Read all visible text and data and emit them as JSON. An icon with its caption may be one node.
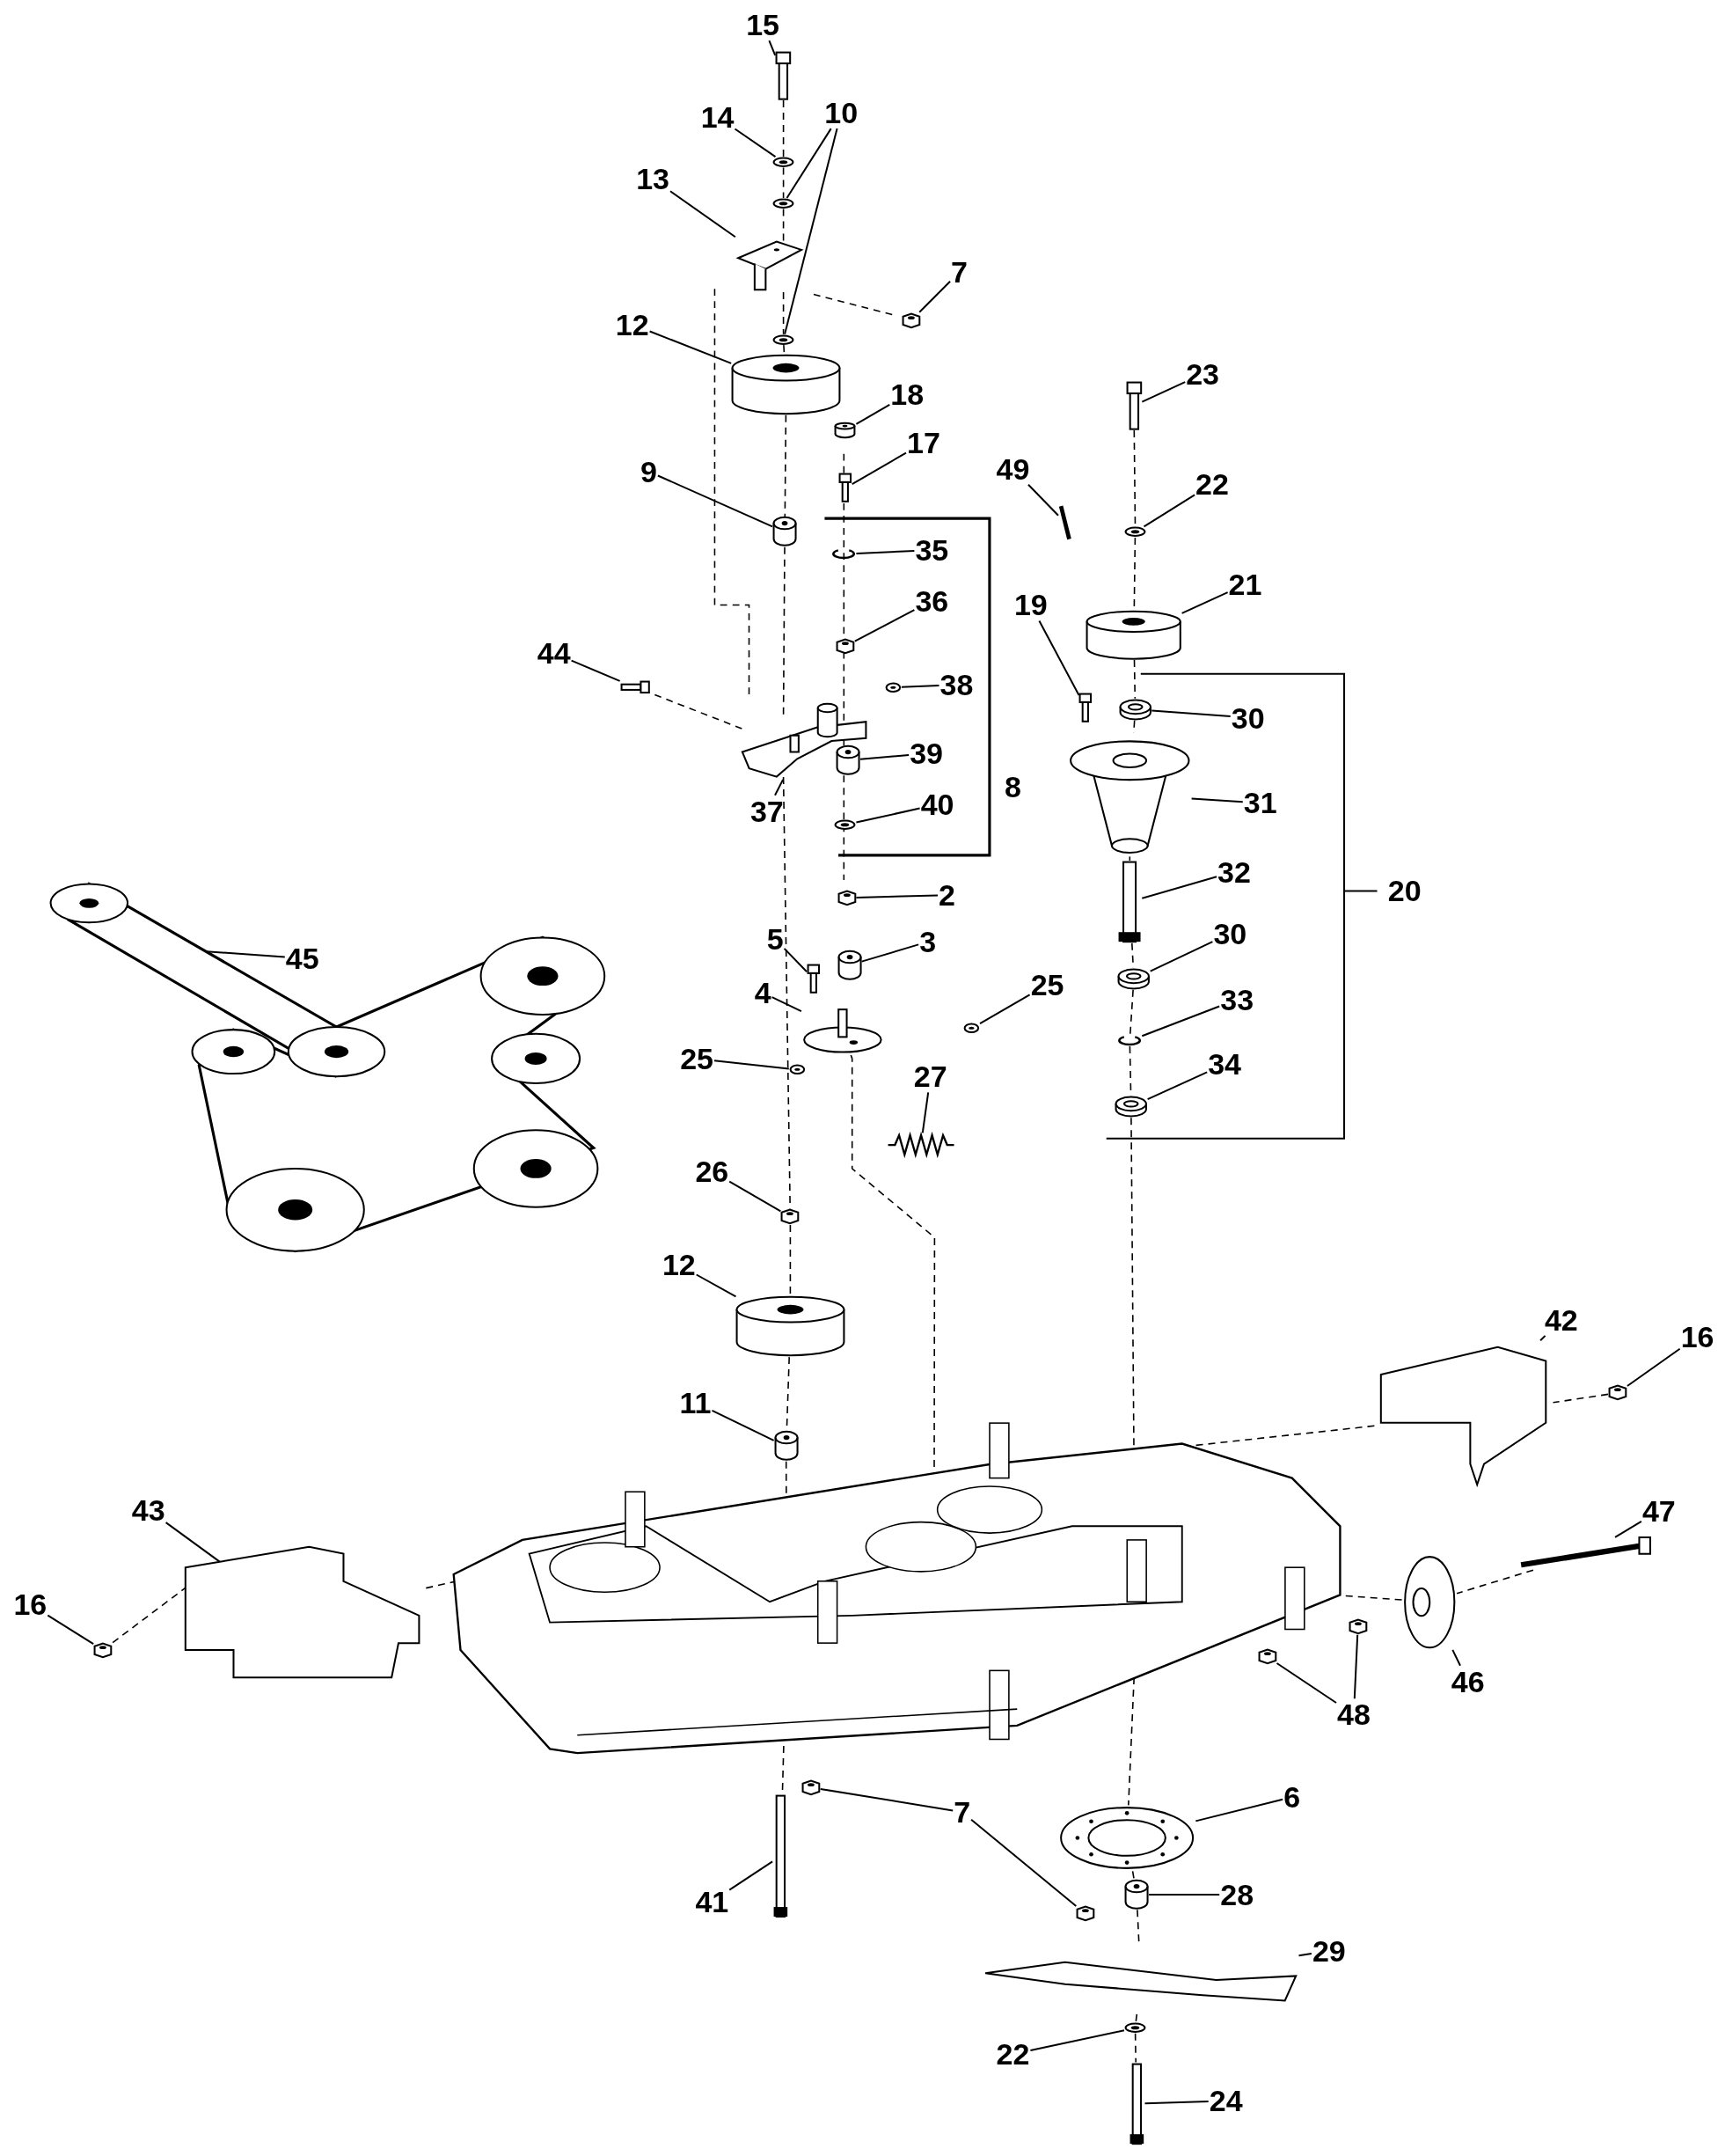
{
  "diagram": {
    "nodes": [
      {
        "text": [
          "15"
        ]
      },
      {
        "text": [],
        "shape": "picture"
      },
      {
        "text": [
          "14"
        ]
      },
      {
        "text": [],
        "shape": "picture"
      },
      {
        "text": [
          "10"
        ]
      },
      {
        "text": [],
        "shape": "picture"
      },
      {
        "text": [],
        "shape": "picture"
      },
      {
        "text": [
          "13"
        ]
      },
      {
        "text": [],
        "shape": "picture"
      },
      {
        "text": [
          "7"
        ]
      },
      {
        "text": [],
        "shape": "picture"
      },
      {
        "text": [
          "12"
        ]
      },
      {
        "text": [],
        "shape": "cylinder"
      },
      {
        "text": [
          "18"
        ]
      },
      {
        "text": [],
        "shape": "cylinder"
      },
      {
        "text": [
          "17"
        ]
      },
      {
        "text": [],
        "shape": "picture"
      },
      {
        "text": [
          "9"
        ]
      },
      {
        "text": [],
        "shape": "cylinder"
      },
      {
        "text": [
          "49"
        ]
      },
      {
        "text": [],
        "shape": "picture"
      },
      {
        "text": [
          "23"
        ]
      },
      {
        "text": [],
        "shape": "picture"
      },
      {
        "text": [
          "22"
        ]
      },
      {
        "text": [],
        "shape": "picture"
      },
      {
        "text": [
          "35"
        ]
      },
      {
        "text": [],
        "shape": "picture"
      },
      {
        "text": [
          "36"
        ]
      },
      {
        "text": [],
        "shape": "picture"
      },
      {
        "text": [
          "19"
        ]
      },
      {
        "text": [],
        "shape": "picture"
      },
      {
        "text": [
          "21"
        ]
      },
      {
        "text": [],
        "shape": "cylinder"
      },
      {
        "text": [
          "44"
        ]
      },
      {
        "text": [],
        "shape": "picture"
      },
      {
        "text": [
          "38"
        ]
      },
      {
        "text": [],
        "shape": "picture"
      },
      {
        "text": [
          "30"
        ]
      },
      {
        "text": [],
        "shape": "picture"
      },
      {
        "text": [
          "37"
        ]
      },
      {
        "text": [],
        "shape": "picture"
      },
      {
        "text": [
          "39"
        ]
      },
      {
        "text": [],
        "shape": "cylinder"
      },
      {
        "text": [
          "40"
        ]
      },
      {
        "text": [],
        "shape": "picture"
      },
      {
        "text": [
          "31"
        ]
      },
      {
        "text": [],
        "shape": "picture"
      },
      {
        "text": [
          "45"
        ]
      },
      {
        "text": [],
        "shape": "picture"
      },
      {
        "text": [
          "2"
        ]
      },
      {
        "text": [],
        "shape": "picture"
      },
      {
        "text": [
          "32"
        ]
      },
      {
        "text": [],
        "shape": "bar"
      },
      {
        "text": [
          "5"
        ]
      },
      {
        "text": [],
        "shape": "picture"
      },
      {
        "text": [
          "3"
        ]
      },
      {
        "text": [],
        "shape": "cylinder"
      },
      {
        "text": [
          "30"
        ]
      },
      {
        "text": [],
        "shape": "picture"
      },
      {
        "text": [
          "25"
        ]
      },
      {
        "text": [],
        "shape": "picture"
      },
      {
        "text": [
          "4"
        ]
      },
      {
        "text": [],
        "shape": "picture"
      },
      {
        "text": [
          "33"
        ]
      },
      {
        "text": [],
        "shape": "picture"
      },
      {
        "text": [
          "25"
        ]
      },
      {
        "text": [],
        "shape": "picture"
      },
      {
        "text": [
          "27"
        ]
      },
      {
        "text": [],
        "shape": "picture"
      },
      {
        "text": [
          "34"
        ]
      },
      {
        "text": [],
        "shape": "picture"
      },
      {
        "text": [
          "26"
        ]
      },
      {
        "text": [],
        "shape": "picture"
      },
      {
        "text": [
          "12"
        ]
      },
      {
        "text": [],
        "shape": "cylinder"
      },
      {
        "text": [
          "42"
        ]
      },
      {
        "text": [],
        "shape": "picture"
      },
      {
        "text": [
          "16"
        ]
      },
      {
        "text": [],
        "shape": "picture"
      },
      {
        "text": [
          "11"
        ]
      },
      {
        "text": [],
        "shape": "cylinder"
      },
      {
        "text": [
          "47"
        ]
      },
      {
        "text": [],
        "shape": "picture"
      },
      {
        "text": [
          "43"
        ]
      },
      {
        "text": [],
        "shape": "picture"
      },
      {
        "text": [
          "16"
        ]
      },
      {
        "text": [],
        "shape": "picture"
      },
      {
        "text": [
          "48"
        ]
      },
      {
        "text": [],
        "shape": "picture"
      },
      {
        "text": [],
        "shape": "picture"
      },
      {
        "text": [
          "46"
        ]
      },
      {
        "text": [],
        "shape": "picture"
      },
      {
        "text": [
          "6"
        ]
      },
      {
        "text": [],
        "shape": "picture"
      },
      {
        "text": [
          "7"
        ]
      },
      {
        "text": [],
        "shape": "picture"
      },
      {
        "text": [],
        "shape": "picture"
      },
      {
        "text": [
          "41"
        ]
      },
      {
        "text": [],
        "shape": "bar"
      },
      {
        "text": [
          "28"
        ]
      },
      {
        "text": [],
        "shape": "cylinder"
      },
      {
        "text": [
          "29"
        ]
      },
      {
        "text": [],
        "shape": "picture"
      },
      {
        "text": [
          "22"
        ]
      },
      {
        "text": [],
        "shape": "picture"
      },
      {
        "text": [
          "24"
        ]
      },
      {
        "text": [],
        "shape": "bar"
      },
      {
        "text": [],
        "shape": "picture"
      }
    ],
    "edges": [
      {
        "from": 0,
        "to": 1,
        "arrow": "none"
      },
      {
        "from": 2,
        "to": 3,
        "arrow": "none"
      },
      {
        "from": 4,
        "to": 5,
        "arrow": "none"
      },
      {
        "from": 4,
        "to": 6,
        "arrow": "none"
      },
      {
        "from": 7,
        "to": 8,
        "arrow": "none"
      },
      {
        "from": 9,
        "to": 10,
        "arrow": "none"
      },
      {
        "from": 11,
        "to": 12,
        "arrow": "none"
      },
      {
        "from": 13,
        "to": 14,
        "arrow": "none"
      },
      {
        "from": 15,
        "to": 16,
        "arrow": "none"
      },
      {
        "from": 17,
        "to": 18,
        "arrow": "none"
      },
      {
        "from": 19,
        "to": 20,
        "arrow": "none"
      },
      {
        "from": 21,
        "to": 22,
        "arrow": "none"
      },
      {
        "from": 23,
        "to": 24,
        "arrow": "none"
      },
      {
        "from": 25,
        "to": 26,
        "arrow": "none"
      },
      {
        "from": 27,
        "to": 28,
        "arrow": "none"
      },
      {
        "from": 29,
        "to": 30,
        "arrow": "none"
      },
      {
        "from": 31,
        "to": 32,
        "arrow": "none"
      },
      {
        "from": 33,
        "to": 34,
        "arrow": "none"
      },
      {
        "from": 35,
        "to": 36,
        "arrow": "none"
      },
      {
        "from": 37,
        "to": 38,
        "arrow": "none"
      },
      {
        "from": 39,
        "to": 40,
        "arrow": "none"
      },
      {
        "from": 41,
        "to": 42,
        "arrow": "none"
      },
      {
        "from": 43,
        "to": 44,
        "arrow": "none"
      },
      {
        "from": 45,
        "to": 46,
        "arrow": "none"
      },
      {
        "from": 47,
        "to": 48,
        "arrow": "none"
      },
      {
        "from": 49,
        "to": 50,
        "arrow": "none"
      },
      {
        "from": 51,
        "to": 52,
        "arrow": "none"
      },
      {
        "from": 53,
        "to": 54,
        "arrow": "none"
      },
      {
        "from": 55,
        "to": 56,
        "arrow": "none"
      },
      {
        "from": 57,
        "to": 58,
        "arrow": "none"
      },
      {
        "from": 59,
        "to": 60,
        "arrow": "none"
      },
      {
        "from": 61,
        "to": 62,
        "arrow": "none"
      },
      {
        "from": 63,
        "to": 64,
        "arrow": "none"
      },
      {
        "from": 65,
        "to": 66,
        "arrow": "none"
      },
      {
        "from": 67,
        "to": 68,
        "arrow": "none"
      },
      {
        "from": 69,
        "to": 70,
        "arrow": "none"
      },
      {
        "from": 71,
        "to": 72,
        "arrow": "none"
      },
      {
        "from": 73,
        "to": 74,
        "arrow": "none"
      },
      {
        "from": 75,
        "to": 76,
        "arrow": "none"
      },
      {
        "from": 77,
        "to": 78,
        "arrow": "none"
      },
      {
        "from": 79,
        "to": 80,
        "arrow": "none"
      },
      {
        "from": 81,
        "to": 82,
        "arrow": "none"
      },
      {
        "from": 83,
        "to": 84,
        "arrow": "none"
      },
      {
        "from": 85,
        "to": 86,
        "arrow": "none"
      },
      {
        "from": 87,
        "to": 88,
        "arrow": "none"
      },
      {
        "from": 87,
        "to": 89,
        "arrow": "none"
      },
      {
        "from": 90,
        "to": 91,
        "arrow": "none"
      },
      {
        "from": 92,
        "to": 93,
        "arrow": "none"
      },
      {
        "from": 94,
        "to": 95,
        "arrow": "none"
      },
      {
        "from": 94,
        "to": 96,
        "arrow": "none"
      },
      {
        "from": 97,
        "to": 98,
        "arrow": "none"
      },
      {
        "from": 99,
        "to": 100,
        "arrow": "none"
      },
      {
        "from": 101,
        "to": 102,
        "arrow": "none"
      },
      {
        "from": 103,
        "to": 104,
        "arrow": "none"
      },
      {
        "from": 105,
        "to": 106,
        "arrow": "none"
      },
      {
        "from": 1,
        "to": 3,
        "arrow": "none",
        "style": "dashed"
      },
      {
        "from": 3,
        "to": 5,
        "arrow": "none",
        "style": "dashed"
      },
      {
        "from": 5,
        "to": 8,
        "arrow": "none",
        "style": "dashed"
      },
      {
        "from": 8,
        "to": 6,
        "arrow": "none",
        "style": "dashed"
      },
      {
        "from": 6,
        "to": 12,
        "arrow": "none",
        "style": "dashed"
      },
      {
        "from": 12,
        "to": 18,
        "arrow": "none",
        "style": "dashed"
      },
      {
        "from": 18,
        "to": 40,
        "arrow": "none",
        "style": "dashed"
      },
      {
        "from": 40,
        "to": 72,
        "arrow": "none",
        "style": "dashed"
      },
      {
        "from": 72,
        "to": 74,
        "arrow": "none",
        "style": "dashed"
      },
      {
        "from": 74,
        "to": 80,
        "arrow": "none",
        "style": "dashed"
      },
      {
        "from": 80,
        "to": 107,
        "arrow": "none",
        "style": "dashed"
      },
      {
        "from": 107,
        "to": 98,
        "arrow": "none",
        "style": "dashed"
      },
      {
        "from": 22,
        "to": 24,
        "arrow": "none",
        "style": "dashed"
      },
      {
        "from": 24,
        "to": 32,
        "arrow": "none",
        "style": "dashed"
      },
      {
        "from": 32,
        "to": 38,
        "arrow": "none",
        "style": "dashed"
      },
      {
        "from": 38,
        "to": 46,
        "arrow": "none",
        "style": "dashed"
      },
      {
        "from": 46,
        "to": 52,
        "arrow": "none",
        "style": "dashed"
      },
      {
        "from": 52,
        "to": 58,
        "arrow": "none",
        "style": "dashed"
      },
      {
        "from": 58,
        "to": 64,
        "arrow": "none",
        "style": "dashed"
      },
      {
        "from": 64,
        "to": 70,
        "arrow": "none",
        "style": "dashed"
      },
      {
        "from": 70,
        "to": 107,
        "arrow": "none",
        "style": "dashed"
      },
      {
        "from": 107,
        "to": 93,
        "arrow": "none",
        "style": "dashed"
      },
      {
        "from": 93,
        "to": 100,
        "arrow": "none",
        "style": "dashed"
      },
      {
        "from": 100,
        "to": 102,
        "arrow": "none",
        "style": "dashed"
      },
      {
        "from": 102,
        "to": 104,
        "arrow": "none",
        "style": "dashed"
      },
      {
        "from": 104,
        "to": 106,
        "arrow": "none",
        "style": "dashed"
      },
      {
        "from": 62,
        "to": 107,
        "arrow": "none",
        "style": "dashed"
      },
      {
        "from": 78,
        "to": 76,
        "arrow": "none",
        "style": "dashed"
      },
      {
        "from": 76,
        "to": 107,
        "arrow": "none",
        "style": "dashed"
      },
      {
        "from": 86,
        "to": 84,
        "arrow": "none",
        "style": "dashed"
      },
      {
        "from": 84,
        "to": 107,
        "arrow": "none",
        "style": "dashed"
      },
      {
        "from": 82,
        "to": 91,
        "arrow": "none",
        "style": "dashed"
      },
      {
        "from": 91,
        "to": 107,
        "arrow": "none",
        "style": "dashed"
      }
    ],
    "labels": [
      "8",
      "20"
    ]
  }
}
